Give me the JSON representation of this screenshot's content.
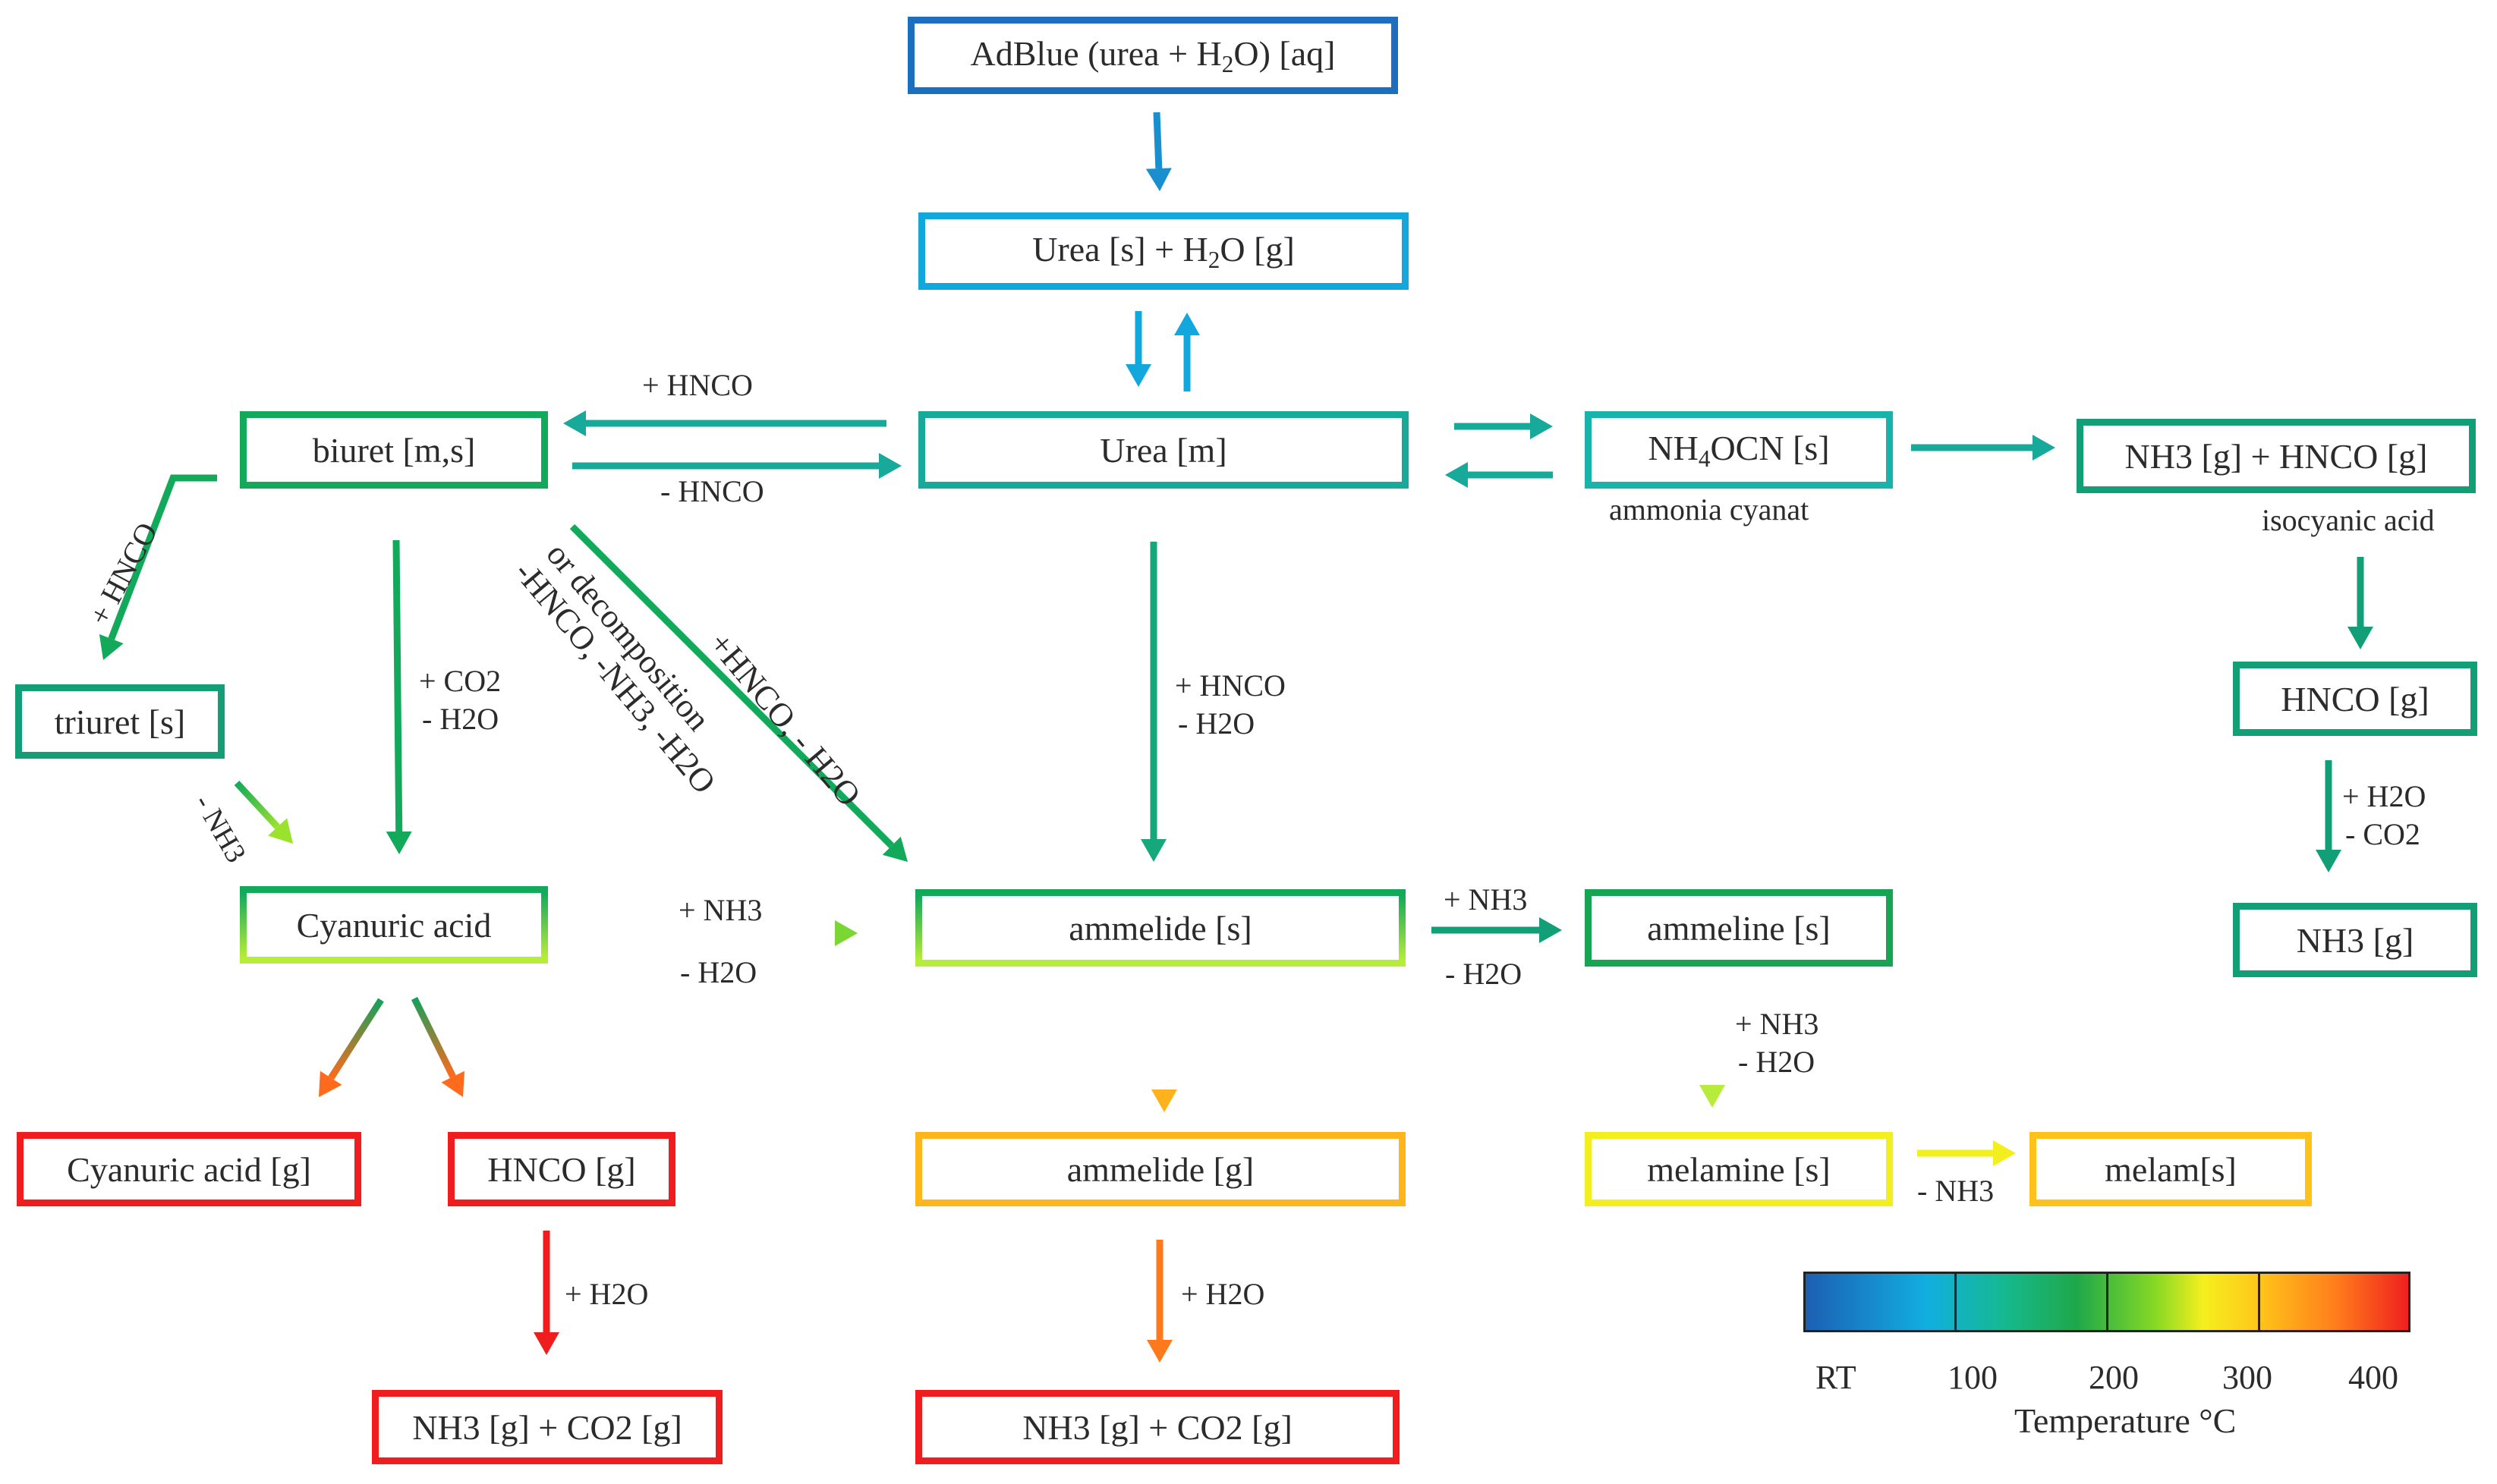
{
  "nodes": {
    "adblue": {
      "pre": "AdBlue (urea + H",
      "sub": "2",
      "post": "O) [aq]"
    },
    "urea_sg": {
      "pre": "Urea [s] + H",
      "sub": "2",
      "post": "O [g]"
    },
    "urea_m": {
      "text": "Urea [m]"
    },
    "biuret": {
      "text": "biuret [m,s]"
    },
    "nh4ocn": {
      "pre": "NH",
      "sub": "4",
      "post": "OCN [s]"
    },
    "nh3_hnco": {
      "text": "NH3 [g] + HNCO [g]"
    },
    "hnco_g_right": {
      "text": "HNCO [g]"
    },
    "nh3_g_right": {
      "text": "NH3 [g]"
    },
    "triuret": {
      "text": "triuret [s]"
    },
    "cyanuric": {
      "text": "Cyanuric acid"
    },
    "ammelide_s": {
      "text": "ammelide [s]"
    },
    "ammeline": {
      "text": "ammeline [s]"
    },
    "cyanuric_g": {
      "text": "Cyanuric acid [g]"
    },
    "hnco_g_left": {
      "text": "HNCO [g]"
    },
    "ammelide_g": {
      "text": "ammelide [g]"
    },
    "melamine": {
      "text": "melamine [s]"
    },
    "melam": {
      "text": "melam[s]"
    },
    "nh3_co2_left": {
      "text": "NH3 [g] + CO2 [g]"
    },
    "nh3_co2_mid": {
      "text": "NH3 [g] + CO2 [g]"
    }
  },
  "captions": {
    "ammonia_cyanat": "ammonia cyanat",
    "isocyanic_acid": "isocyanic acid"
  },
  "labels": {
    "plus_hnco": "+ HNCO",
    "minus_hnco": "- HNCO",
    "plus_co2": "+ CO2",
    "minus_h2o": "- H2O",
    "plus_h2o": "+ H2O",
    "minus_co2": "- CO2",
    "plus_nh3": "+ NH3",
    "minus_nh3": "- NH3",
    "diag_decomp_1": "or decomposition",
    "diag_decomp_2": "-HNCO, -NH3, -H2O",
    "diag_hnco_h2o": "+HNCO, - H2O"
  },
  "colors": {
    "blue": "#1c6fbe",
    "light_blue": "#13a8dd",
    "teal": "#17a99a",
    "teal_green": "#129f78",
    "green": "#12a95b",
    "yellow_green": "#9be22e",
    "red": "#ef1d1d",
    "orange": "#ffa41c",
    "yellow": "#f3ef1f"
  },
  "colorbar": {
    "ticks": [
      "RT",
      "100",
      "200",
      "300",
      "400"
    ],
    "label": "Temperature °C"
  }
}
